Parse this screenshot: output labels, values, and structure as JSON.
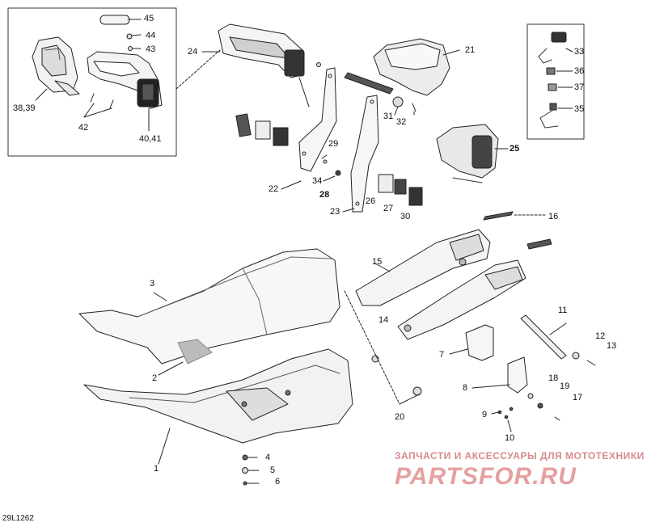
{
  "diagram_code": "29L1262",
  "watermark": {
    "caption": "ЗАПЧАСТИ И АКСЕССУАРЫ ДЛЯ МОТОТЕХНИКИ",
    "logo": "PARTSFOR.RU"
  },
  "callouts": [
    {
      "id": "45",
      "text": "45",
      "bold": false
    },
    {
      "id": "44",
      "text": "44",
      "bold": false
    },
    {
      "id": "43",
      "text": "43",
      "bold": false
    },
    {
      "id": "38_39",
      "text": "38,39",
      "bold": false
    },
    {
      "id": "42",
      "text": "42",
      "bold": false
    },
    {
      "id": "40_41",
      "text": "40,41",
      "bold": false
    },
    {
      "id": "24",
      "text": "24",
      "bold": false
    },
    {
      "id": "21",
      "text": "21",
      "bold": false
    },
    {
      "id": "33",
      "text": "33",
      "bold": false
    },
    {
      "id": "36",
      "text": "36",
      "bold": false
    },
    {
      "id": "37",
      "text": "37",
      "bold": false
    },
    {
      "id": "35",
      "text": "35",
      "bold": false
    },
    {
      "id": "25",
      "text": "25",
      "bold": true
    },
    {
      "id": "31",
      "text": "31",
      "bold": false
    },
    {
      "id": "32",
      "text": "32",
      "bold": false
    },
    {
      "id": "29",
      "text": "29",
      "bold": false
    },
    {
      "id": "34",
      "text": "34",
      "bold": false
    },
    {
      "id": "28",
      "text": "28",
      "bold": true
    },
    {
      "id": "22",
      "text": "22",
      "bold": false
    },
    {
      "id": "23",
      "text": "23",
      "bold": false
    },
    {
      "id": "26",
      "text": "26",
      "bold": false
    },
    {
      "id": "27",
      "text": "27",
      "bold": false
    },
    {
      "id": "30",
      "text": "30",
      "bold": false
    },
    {
      "id": "16",
      "text": "16",
      "bold": false
    },
    {
      "id": "15",
      "text": "15",
      "bold": false
    },
    {
      "id": "3",
      "text": "3",
      "bold": false
    },
    {
      "id": "2",
      "text": "2",
      "bold": false
    },
    {
      "id": "14",
      "text": "14",
      "bold": false
    },
    {
      "id": "11",
      "text": "11",
      "bold": false
    },
    {
      "id": "12",
      "text": "12",
      "bold": false
    },
    {
      "id": "13",
      "text": "13",
      "bold": false
    },
    {
      "id": "7",
      "text": "7",
      "bold": false
    },
    {
      "id": "8",
      "text": "8",
      "bold": false
    },
    {
      "id": "18",
      "text": "18",
      "bold": false
    },
    {
      "id": "19",
      "text": "19",
      "bold": false
    },
    {
      "id": "17",
      "text": "17",
      "bold": false
    },
    {
      "id": "9",
      "text": "9",
      "bold": false
    },
    {
      "id": "10",
      "text": "10",
      "bold": false
    },
    {
      "id": "20",
      "text": "20",
      "bold": false
    },
    {
      "id": "1",
      "text": "1",
      "bold": false
    },
    {
      "id": "4",
      "text": "4",
      "bold": false
    },
    {
      "id": "5",
      "text": "5",
      "bold": false
    },
    {
      "id": "6",
      "text": "6",
      "bold": false
    }
  ]
}
